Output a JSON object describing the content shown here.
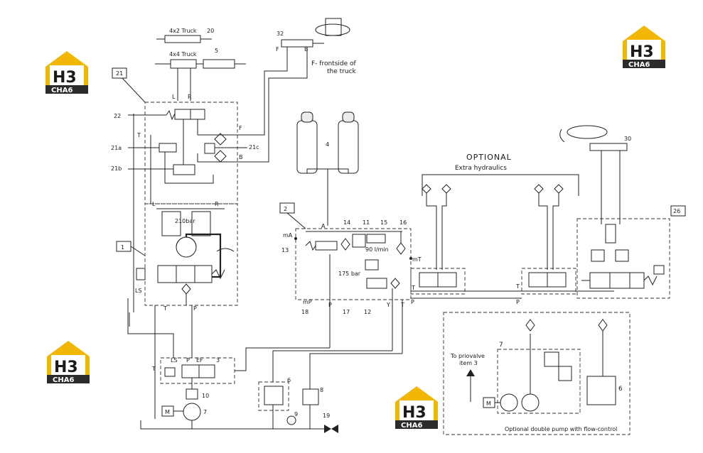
{
  "labels": {
    "truck_4x2": "4x2 Truck",
    "truck_4x2_num": "20",
    "truck_4x4": "4x4 Truck",
    "truck_4x4_num": "5",
    "item_32": "32",
    "port_F_top": "F",
    "port_B_top": "B",
    "front_side_1": "F- frontside of",
    "front_side_2": "the truck",
    "item_21": "21",
    "port_L_top": "L",
    "port_R_top": "R",
    "item_22": "22",
    "port_T_left": "T",
    "port_F_right": "F",
    "item_21a": "21a",
    "item_21c": "21c",
    "port_B_right": "B",
    "item_21b": "21b",
    "port_L_mid": "L",
    "port_R_mid": "R",
    "pressure_210": "210bar",
    "item_1": "1",
    "port_LS": "LS",
    "port_T_bottom": "T",
    "port_P_bottom": "P",
    "item_4": "4",
    "optional": "OPTIONAL",
    "extra_hydraulics": "Extra hydraulics",
    "item_30": "30",
    "item_26": "26",
    "item_2": "2",
    "port_mA": "mA",
    "port_A": "A",
    "item_14": "14",
    "item_11": "11",
    "item_15": "15",
    "item_16": "16",
    "item_13": "13",
    "flow_90": "90 l/min",
    "port_mT": "mT",
    "pressure_175": "175 bar",
    "port_T_block2": "T",
    "port_mP": "mP",
    "item_18": "18",
    "port_P_block2": "P",
    "item_17": "17",
    "item_12": "12",
    "port_Y": "Y",
    "port_T_block2b": "T",
    "port_P_right": "P",
    "port_T_mid": "T",
    "port_P_mid": "P",
    "item_7_right": "7",
    "to_prio_1": "To priovalve",
    "to_prio_2": "item 3",
    "item_6_right": "6",
    "motor_right": "M",
    "optional_pump": "Optional double pump with flow-control",
    "port_LS_3": "LS",
    "port_P_3": "P",
    "port_EF_3": "EF",
    "item_3": "3",
    "port_T_3": "T",
    "item_10": "10",
    "motor_left": "M",
    "item_7_left": "7",
    "item_6_left": "6",
    "item_8": "8",
    "item_9": "9",
    "item_19": "19"
  },
  "logo": {
    "letters": "H3",
    "brand": "CHA6"
  },
  "colors": {
    "line": "#222222",
    "logo_yellow": "#f2b705",
    "logo_dark": "#2b2b2b"
  }
}
